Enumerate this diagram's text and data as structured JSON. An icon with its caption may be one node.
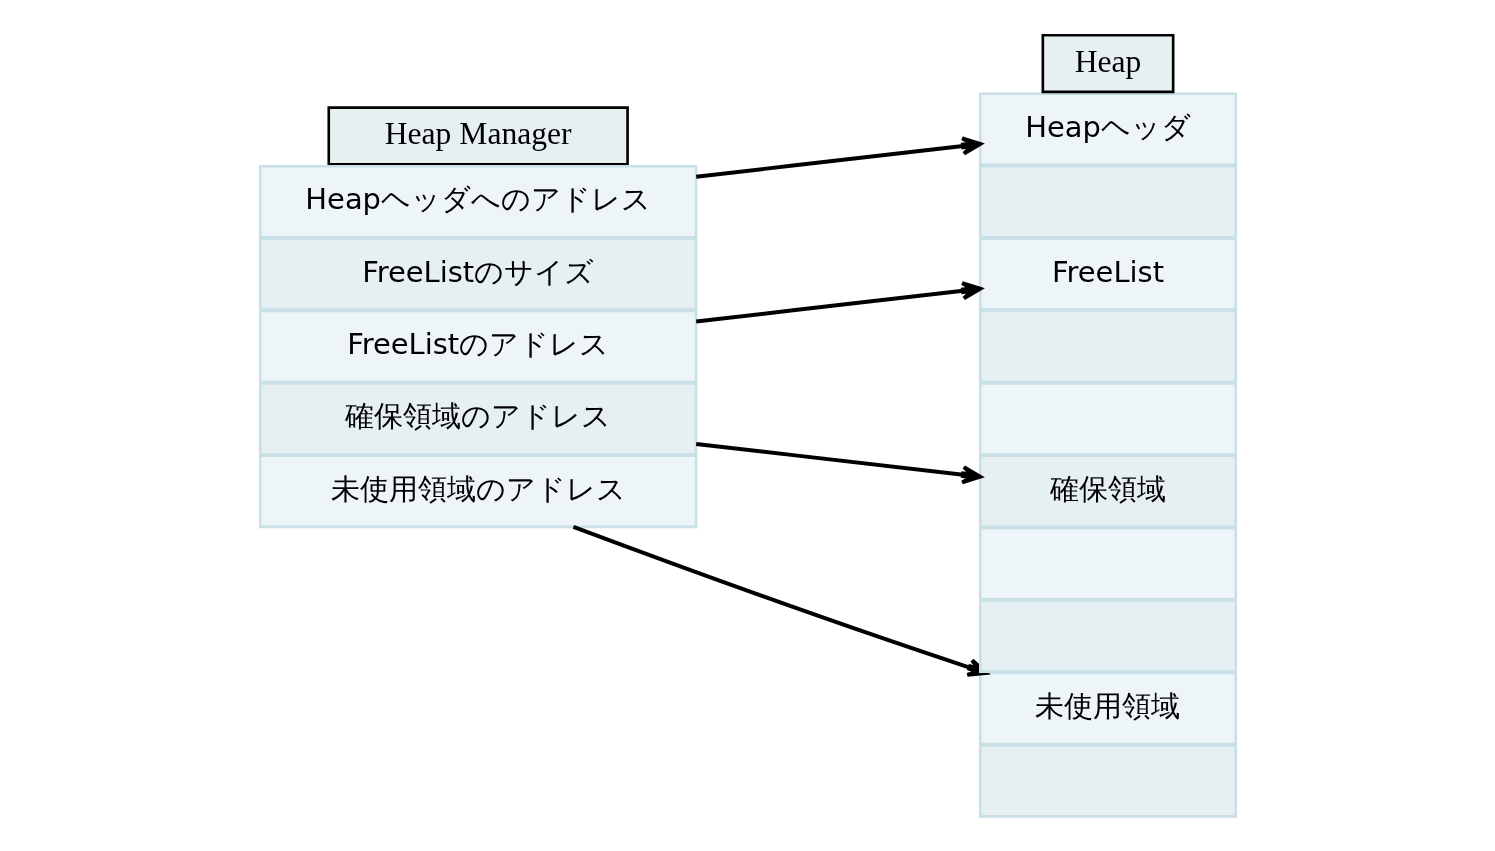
{
  "diagram": {
    "nodes": [
      {
        "text": [
          "Heap Manager"
        ]
      },
      {
        "text": [
          "Heapヘッダへのアドレス"
        ]
      },
      {
        "text": [
          "FreeListのサイズ"
        ]
      },
      {
        "text": [
          "FreeListのアドレス"
        ]
      },
      {
        "text": [
          "確保領域のアドレス"
        ]
      },
      {
        "text": [
          "未使用領域のアドレス"
        ]
      },
      {
        "text": [
          "Heap"
        ]
      },
      {
        "text": [
          "Heapヘッダ"
        ]
      },
      {
        "text": [],
        "shape": "box"
      },
      {
        "text": [
          "FreeList"
        ]
      },
      {
        "text": [],
        "shape": "box"
      },
      {
        "text": [],
        "shape": "box"
      },
      {
        "text": [
          "確保領域"
        ]
      },
      {
        "text": [],
        "shape": "box"
      },
      {
        "text": [],
        "shape": "box"
      },
      {
        "text": [
          "未使用領域"
        ]
      },
      {
        "text": [],
        "shape": "box"
      }
    ],
    "edges": [
      {
        "from": 1,
        "to": 7,
        "arrow": "to"
      },
      {
        "from": 3,
        "to": 9,
        "arrow": "to"
      },
      {
        "from": 4,
        "to": 12,
        "arrow": "to"
      },
      {
        "from": 5,
        "to": 15,
        "arrow": "to"
      }
    ]
  }
}
